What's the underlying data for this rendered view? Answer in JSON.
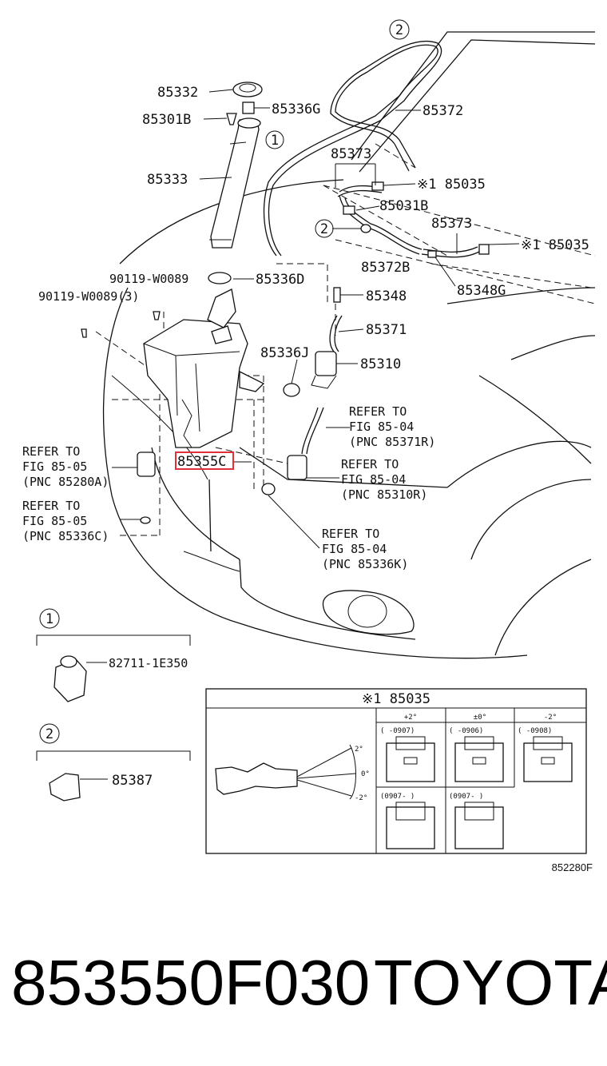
{
  "diagram": {
    "callout_1": "1",
    "callout_2": "2",
    "labels": {
      "p85332": "85332",
      "p85336G": "85336G",
      "p85301B": "85301B",
      "p85372_top": "85372",
      "p85333": "85333",
      "p85373_a": "85373",
      "p85035_a": "※1 85035",
      "p85031B": "85031B",
      "p85373_b": "85373",
      "p85035_b": "※1 85035",
      "p85372B": "85372B",
      "p85348G": "85348G",
      "p90119_a": "90119-W0089",
      "p85336D": "85336D",
      "p90119_b": "90119-W0089(3)",
      "p85348": "85348",
      "p85371": "85371",
      "p85336J": "85336J",
      "p85310": "85310",
      "p85355C": "85355C",
      "p82711": "82711-1E350",
      "p85387": "85387"
    },
    "refs": {
      "r1": [
        "REFER TO",
        "FIG 85-04",
        "(PNC 85371R)"
      ],
      "r2": [
        "REFER TO",
        "FIG 85-04",
        "(PNC 85310R)"
      ],
      "r3": [
        "REFER TO",
        "FIG 85-04",
        "(PNC 85336K)"
      ],
      "r4": [
        "REFER TO",
        "FIG 85-05",
        "(PNC 85280A)"
      ],
      "r5": [
        "REFER TO",
        "FIG 85-05",
        "(PNC 85336C)"
      ]
    },
    "inset": {
      "title": "※1 85035",
      "angles": [
        "+2°",
        "±0°",
        "-2°"
      ],
      "ranges": [
        "(      -0907)",
        "(      -0906)",
        "(      -0908)",
        "(0907-      )",
        "(0907-      )"
      ],
      "degree_marks": [
        "2°",
        "0°",
        "-2°"
      ]
    },
    "drawing_code": "852280F",
    "highlight_color": "#e0303a"
  },
  "footer": {
    "part_number": "853550F030",
    "brand": "TOYOTA"
  }
}
